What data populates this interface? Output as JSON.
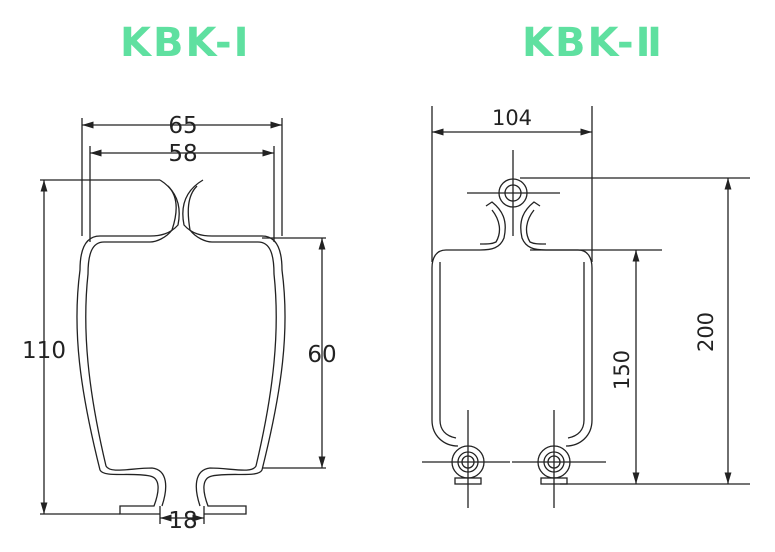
{
  "profiles": [
    {
      "title": "KBK-Ⅰ",
      "dims": {
        "overall_width": "65",
        "inner_width": "58",
        "height": "110",
        "side_height": "60",
        "slot_width": "18"
      }
    },
    {
      "title": "KBK-Ⅱ",
      "dims": {
        "width": "104",
        "height_150": "150",
        "height_200": "200"
      }
    }
  ],
  "colors": {
    "title": "#5fe0a0",
    "lines": "#222222"
  }
}
